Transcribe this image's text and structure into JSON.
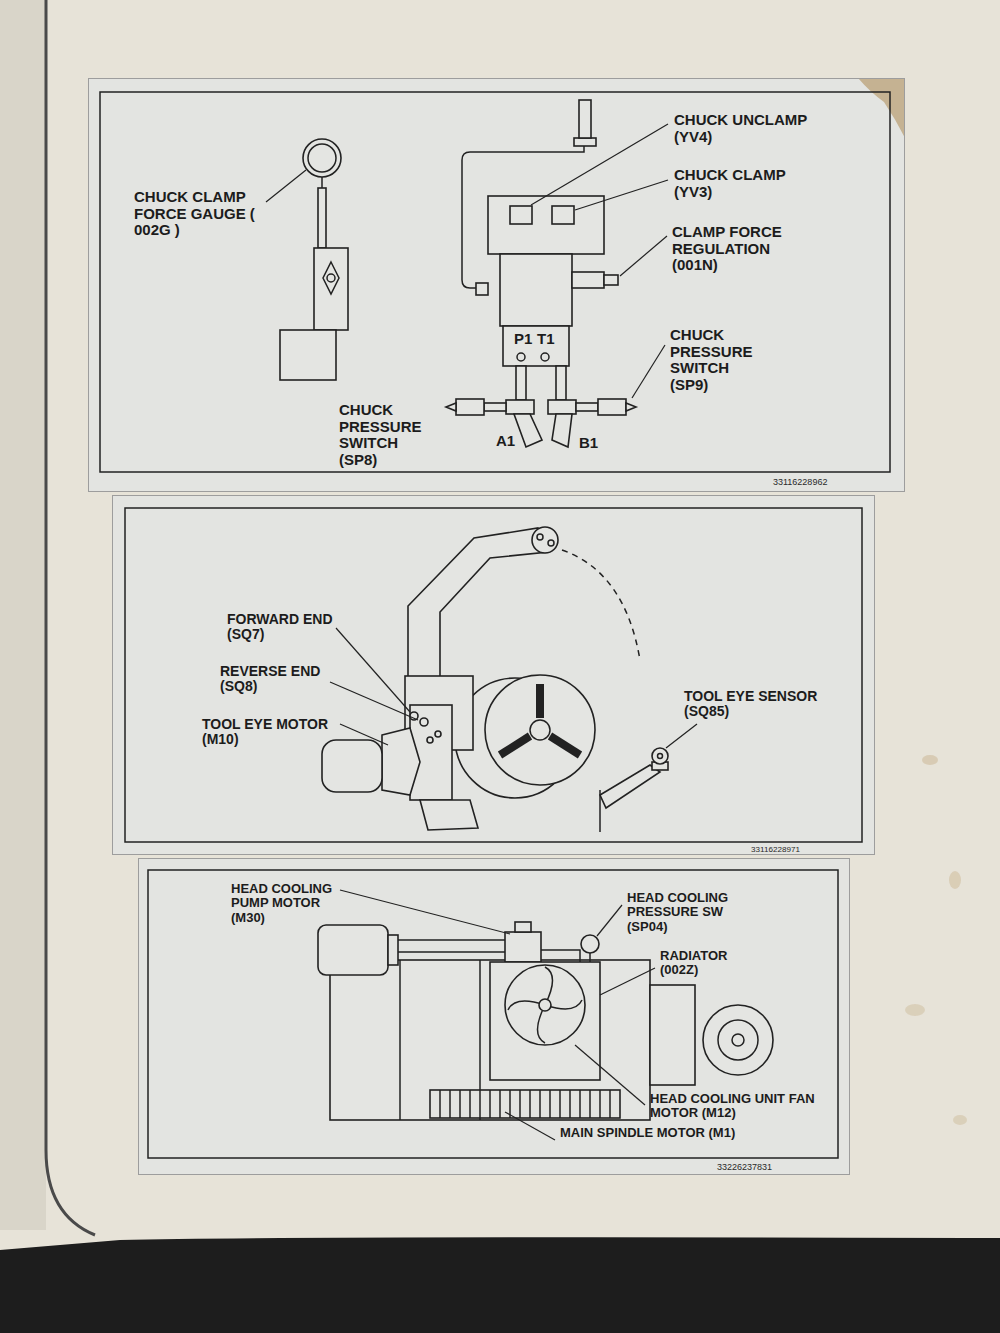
{
  "diagram": {
    "nodes": [
      {
        "text": [
          "CHUCK UNCLAMP (YV4)",
          "CHUCK CLAMP FORCE GAUGE ( 002G )",
          "CHUCK CLAMP (YV3)",
          "CLAMP FORCE REGULATION (001N)",
          "P1",
          "T1",
          "CHUCK PRESSURE SWITCH (SP9)",
          "CHUCK PRESSURE SWITCH (SP8)",
          "A1",
          "B1",
          "33116228962"
        ]
      },
      {
        "text": [
          "FORWARD END (SQ7)",
          "REVERSE END (SQ8)",
          "TOOL EYE MOTOR (M10)",
          "TOOL EYE SENSOR (SQ85)",
          "33116228971"
        ]
      },
      {
        "text": [
          "HEAD COOLING PUMP MOTOR (M30)",
          "HEAD COOLING PRESSURE SW (SP04)",
          "RADIATOR (002Z)",
          "HEAD COOLING UNIT FAN MOTOR (M12)",
          "MAIN SPINDLE MOTOR (M1)",
          "33226237831"
        ]
      }
    ]
  }
}
